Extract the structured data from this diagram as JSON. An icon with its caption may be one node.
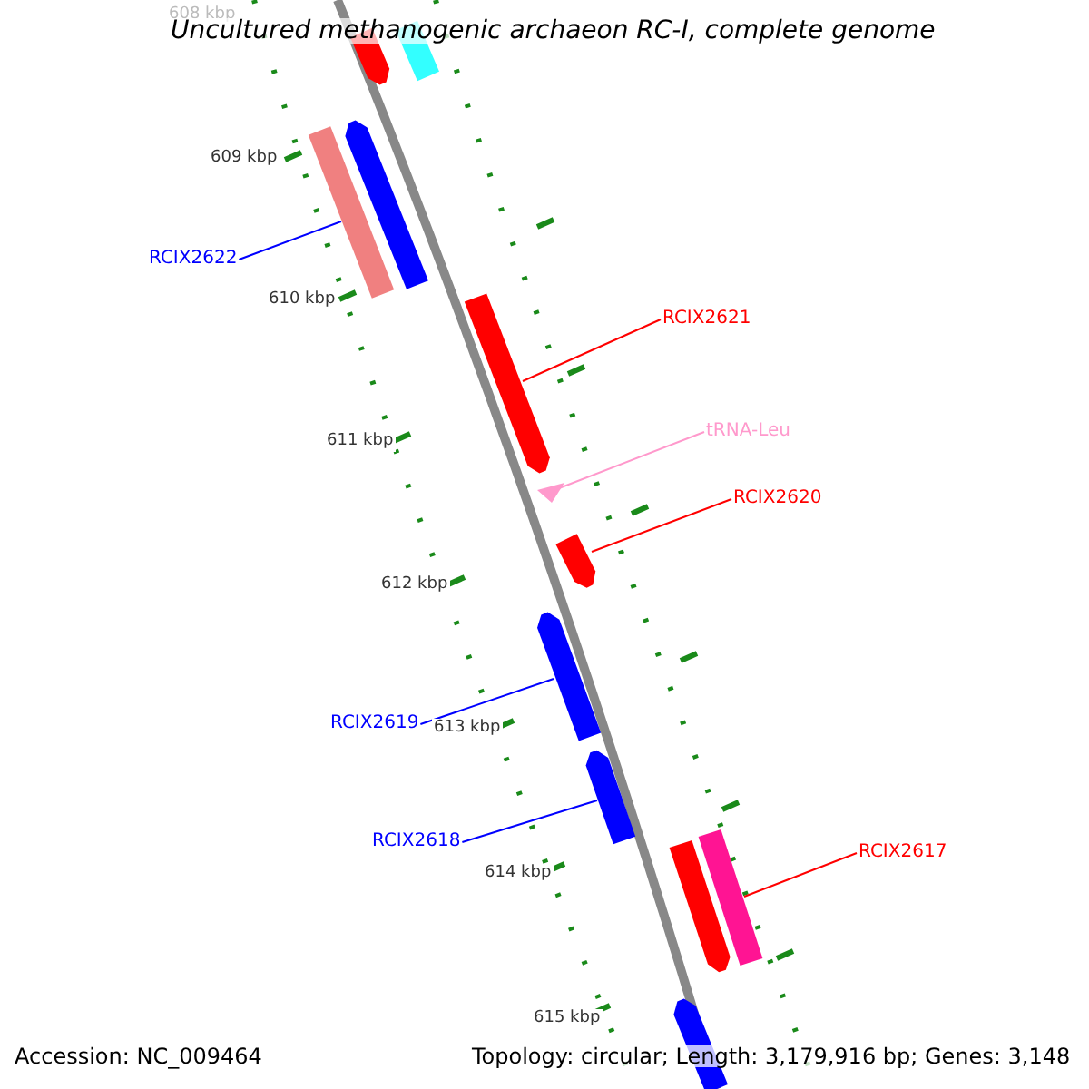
{
  "diagram": {
    "title": "Uncultured methanogenic archaeon RC-I, complete genome",
    "nodes": [
      {
        "text": [],
        "shape": "bar"
      },
      {
        "text": [],
        "shape": "bar"
      },
      {
        "text": [
          "RCIX2622"
        ]
      },
      {
        "text": [],
        "shape": "bar"
      },
      {
        "text": [],
        "shape": "bar"
      },
      {
        "text": [
          "RCIX2621"
        ]
      },
      {
        "text": [],
        "shape": "bar"
      },
      {
        "text": [
          "tRNA-Leu"
        ]
      },
      {
        "text": [],
        "shape": "triangle"
      },
      {
        "text": [
          "RCIX2620"
        ]
      },
      {
        "text": [],
        "shape": "bar"
      },
      {
        "text": [
          "RCIX2619"
        ]
      },
      {
        "text": [],
        "shape": "bar"
      },
      {
        "text": [
          "RCIX2618"
        ]
      },
      {
        "text": [],
        "shape": "bar"
      },
      {
        "text": [
          "RCIX2617"
        ]
      },
      {
        "text": [],
        "shape": "bar"
      },
      {
        "text": [],
        "shape": "bar"
      },
      {
        "text": [],
        "shape": "bar"
      }
    ],
    "edges": [
      {
        "from": 2,
        "to": 3,
        "arrow": "none",
        "color": "#0000ff"
      },
      {
        "from": 5,
        "to": 6,
        "arrow": "none",
        "color": "#ff0000"
      },
      {
        "from": 7,
        "to": 8,
        "arrow": "none",
        "color": "#ff99cc"
      },
      {
        "from": 9,
        "to": 10,
        "arrow": "none",
        "color": "#ff0000"
      },
      {
        "from": 11,
        "to": 12,
        "arrow": "none",
        "color": "#0000ff"
      },
      {
        "from": 13,
        "to": 14,
        "arrow": "none",
        "color": "#0000ff"
      },
      {
        "from": 15,
        "to": 17,
        "arrow": "none",
        "color": "#ff0000"
      }
    ],
    "labels": [
      "608 kbp",
      "609 kbp",
      "610 kbp",
      "611 kbp",
      "612 kbp",
      "613 kbp",
      "614 kbp",
      "615 kbp",
      "Accession: NC_009464",
      "Topology: circular; Length: 3,179,916 bp; Genes: 3,148"
    ]
  }
}
